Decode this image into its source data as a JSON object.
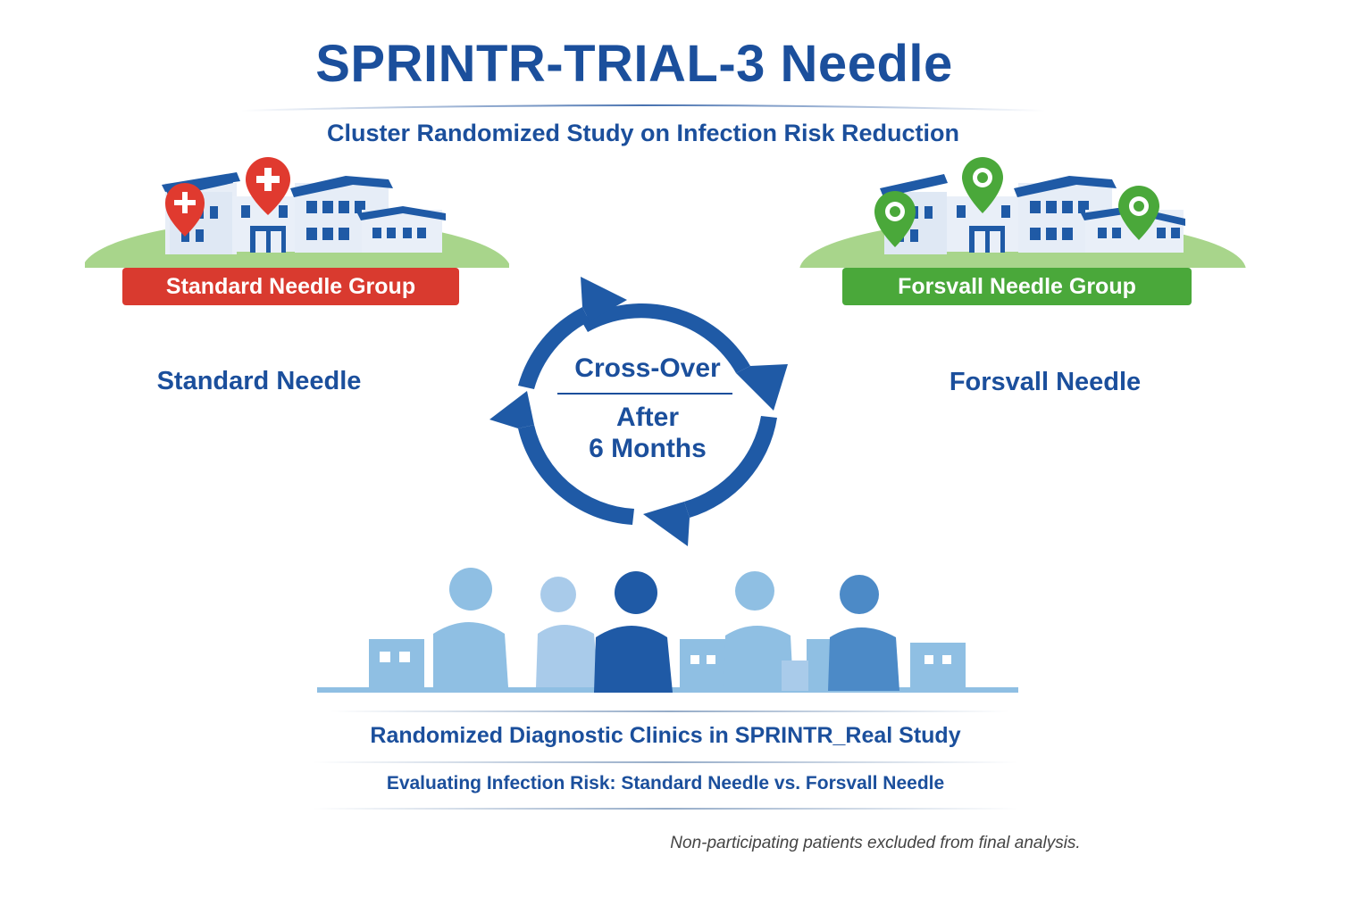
{
  "title": "SPRINTR-TRIAL-3 Needle",
  "subtitle": "Cluster Randomized Study on Infection Risk Reduction",
  "groups": {
    "standard": {
      "label": "Standard Needle Group",
      "needle": "Standard Needle",
      "color": "#d93a2f"
    },
    "forsvall": {
      "label": "Forsvall Needle Group",
      "needle": "Forsvall Needle",
      "color": "#4aa83a"
    }
  },
  "crossover": {
    "top": "Cross-Over",
    "line1": "After",
    "line2": "6 Months",
    "color": "#1f5aa6"
  },
  "bottom": {
    "line1": "Randomized Diagnostic Clinics in SPRINTR_Real Study",
    "line2": "Evaluating Infection Risk: Standard Needle vs. Forsvall Needle"
  },
  "footnote": "Non-participating patients excluded from final analysis.",
  "icons": [
    "hospital-cluster-icon",
    "medical-cross-pin-icon",
    "location-pin-icon",
    "cycle-arrows-icon",
    "clinic-people-icon"
  ]
}
